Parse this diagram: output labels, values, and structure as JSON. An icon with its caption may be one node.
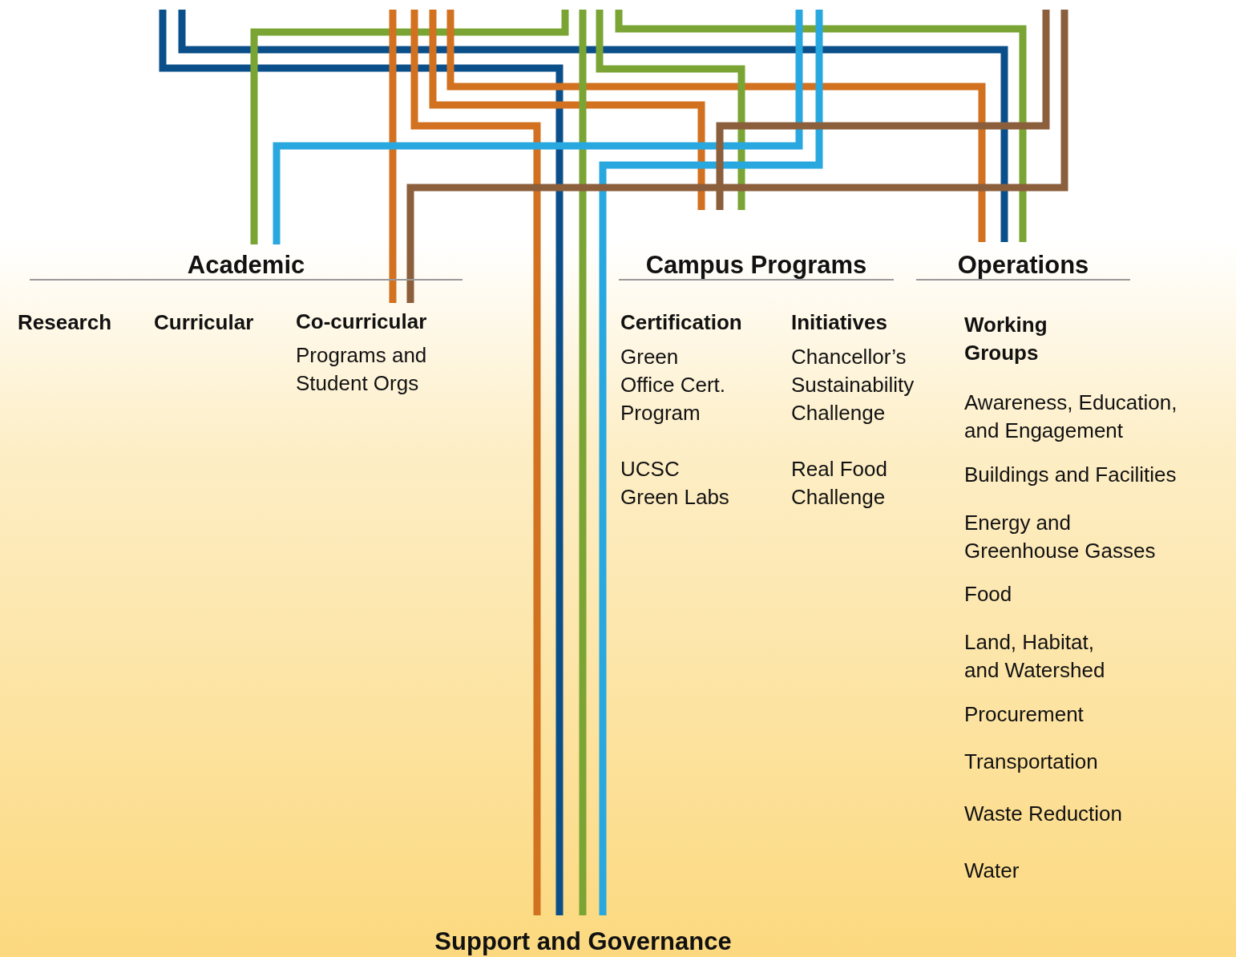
{
  "diagram": {
    "nodes": [
      {
        "text": [
          "Academic"
        ]
      },
      {
        "text": [
          "Research"
        ]
      },
      {
        "text": [
          "Curricular"
        ]
      },
      {
        "text": [
          "Co-curricular",
          "Programs and Student Orgs"
        ]
      },
      {
        "text": [
          "Campus Programs"
        ]
      },
      {
        "text": [
          "Certification",
          "Green Office Cert. Program",
          "UCSC Green Labs"
        ]
      },
      {
        "text": [
          "Initiatives",
          "Chancellor’s Sustainability Challenge",
          "Real Food Challenge"
        ]
      },
      {
        "text": [
          "Operations"
        ]
      },
      {
        "text": [
          "Working Groups",
          "Awareness, Education, and Engagement",
          "Buildings and Facilities",
          "Energy and Greenhouse Gasses",
          "Food",
          "Land, Habitat, and Watershed",
          "Procurement",
          "Transportation",
          "Waste Reduction",
          "Water"
        ]
      },
      {
        "text": [
          "Support and Governance"
        ]
      }
    ],
    "edges": [
      {
        "from": null,
        "to": 9,
        "arrow": "none",
        "color": "#0b4f8a"
      },
      {
        "from": null,
        "to": 7,
        "arrow": "none",
        "color": "#0b4f8a"
      },
      {
        "from": null,
        "to": 0,
        "arrow": "none",
        "color": "#7aa534"
      },
      {
        "from": null,
        "to": 3,
        "arrow": "none",
        "color": "#d2711f"
      },
      {
        "from": null,
        "to": 9,
        "arrow": "none",
        "color": "#d2711f"
      },
      {
        "from": null,
        "to": 4,
        "arrow": "none",
        "color": "#d2711f"
      },
      {
        "from": null,
        "to": 7,
        "arrow": "none",
        "color": "#d2711f"
      },
      {
        "from": null,
        "to": 9,
        "arrow": "none",
        "color": "#7aa534"
      },
      {
        "from": null,
        "to": 4,
        "arrow": "none",
        "color": "#7aa534"
      },
      {
        "from": null,
        "to": 7,
        "arrow": "none",
        "color": "#7aa534"
      },
      {
        "from": null,
        "to": 0,
        "arrow": "none",
        "color": "#29a8e0"
      },
      {
        "from": null,
        "to": 9,
        "arrow": "none",
        "color": "#29a8e0"
      },
      {
        "from": null,
        "to": 4,
        "arrow": "none",
        "color": "#8b5e3c"
      },
      {
        "from": null,
        "to": 3,
        "arrow": "none",
        "color": "#8b5e3c"
      }
    ]
  }
}
